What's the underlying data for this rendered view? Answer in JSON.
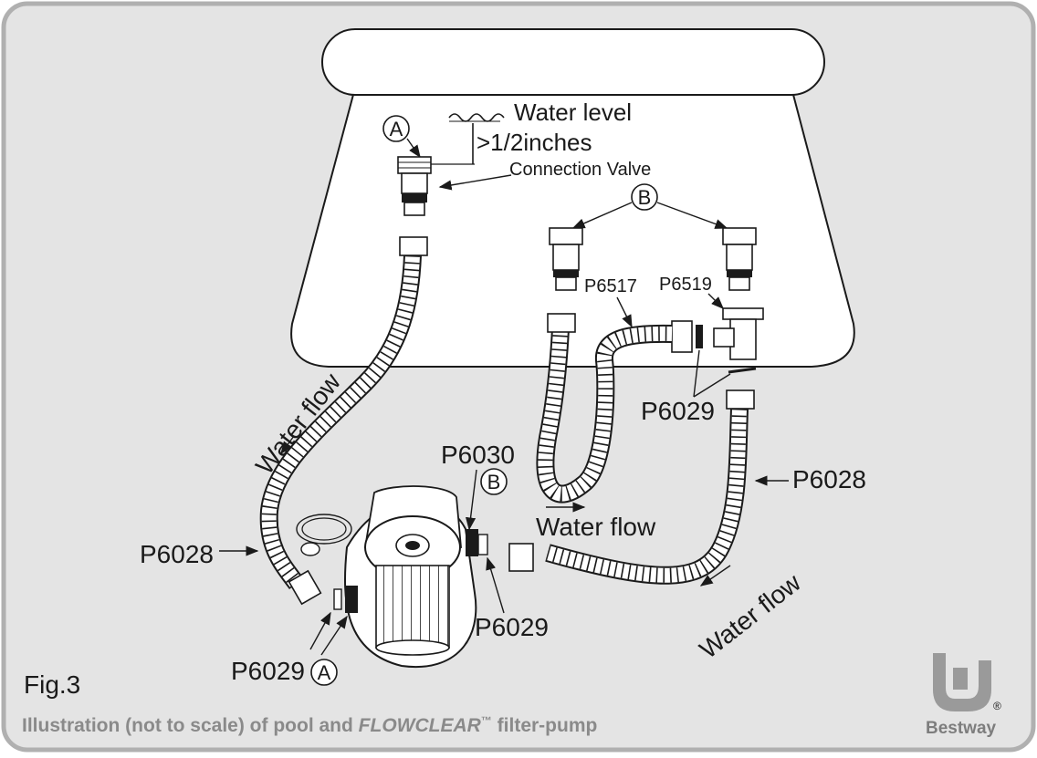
{
  "figure": {
    "fig_label": "Fig.3",
    "caption_before": "Illustration (not to scale) of pool and ",
    "caption_brand": "FLOWCLEAR",
    "caption_tm": "™",
    "caption_after": " filter-pump",
    "brand_name": "Bestway",
    "brand_registered": "®"
  },
  "labels": {
    "water_level": "Water level",
    "depth": ">1/2inches",
    "connection_valve": "Connection Valve",
    "valve_a": "A",
    "valve_b": "B",
    "p6517": "P6517",
    "p6519": "P6519",
    "p6029_tee": "P6029",
    "p6030": "P6030",
    "pump_b": "B",
    "water_flow_left": "Water flow",
    "water_flow_mid": "Water flow",
    "water_flow_right": "Water flow",
    "p6028_left": "P6028",
    "p6028_right": "P6028",
    "p6029_right": "P6029",
    "p6029_left": "P6029",
    "pump_a": "A"
  },
  "colors": {
    "frame": "#b0b0b0",
    "background": "#e4e4e4",
    "line": "#1a1a1a",
    "caption": "#8a8a8a",
    "logo": "#9a9a9a"
  }
}
